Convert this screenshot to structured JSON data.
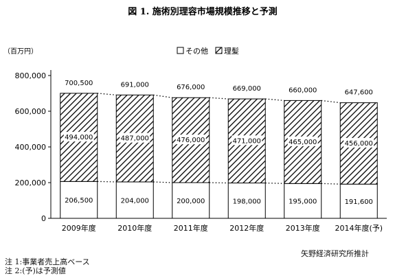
{
  "chart_data": {
    "type": "bar",
    "title": "図 1.  施術別理容市場規模推移と予測",
    "unit_label": "（百万円）",
    "categories": [
      "2009年度",
      "2010年度",
      "2011年度",
      "2012年度",
      "2013年度",
      "2014年度(予)"
    ],
    "series": [
      {
        "name": "その他",
        "values": [
          206500,
          204000,
          200000,
          198000,
          195000,
          191600
        ],
        "pattern": "solid-white"
      },
      {
        "name": "理髪",
        "values": [
          494000,
          487000,
          476000,
          471000,
          465000,
          456000
        ],
        "pattern": "diagonal-hatch"
      }
    ],
    "totals": [
      700500,
      691000,
      676000,
      669000,
      660000,
      647600
    ],
    "bottom_labels": [
      "206,500",
      "204,000",
      "200,000",
      "198,000",
      "195,000",
      "191,600"
    ],
    "top_labels": [
      "494,000",
      "487,000",
      "476,000",
      "471,000",
      "465,000",
      "456,000"
    ],
    "total_labels": [
      "700,500",
      "691,000",
      "676,000",
      "669,000",
      "660,000",
      "647,600"
    ],
    "y_ticks": [
      0,
      200000,
      400000,
      600000,
      800000
    ],
    "y_tick_labels": [
      "0",
      "200,000",
      "400,000",
      "600,000",
      "800,000"
    ],
    "ylim": [
      0,
      800000
    ],
    "legend_placement": "top-center",
    "stacked": true,
    "grid": false,
    "colors": {
      "bar_edge": "#000000",
      "bar_fill_bottom": "#ffffff",
      "hatch": "#000000"
    }
  },
  "notes": {
    "source": "矢野経済研究所推計",
    "note1": "注 1:事業者売上高ベース",
    "note2": "注 2:(予)は予測値"
  }
}
